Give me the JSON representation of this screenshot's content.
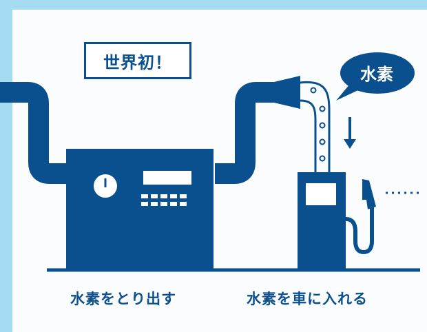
{
  "badge": {
    "text": "世界初！"
  },
  "speech_bubble": {
    "text": "水素"
  },
  "captions": {
    "extract": "水素をとり出す",
    "fill": "水素を車に入れる"
  },
  "colors": {
    "primary": "#0a4f8e",
    "frame": "#a6dcf2",
    "background": "#fbfcfd"
  },
  "icons": [
    "arrow-down-icon",
    "fuel-nozzle-icon",
    "gauge-icon"
  ]
}
